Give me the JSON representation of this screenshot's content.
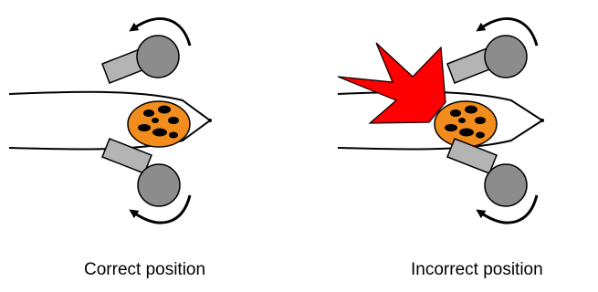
{
  "panels": [
    {
      "id": "correct",
      "caption": "Correct position"
    },
    {
      "id": "incorrect",
      "caption": "Incorrect position"
    }
  ],
  "colors": {
    "roller": "#8c8c8c",
    "shaft": "#b4b4b4",
    "seed": "#f28c1c",
    "seed_spots": "#000000",
    "burst": "#ff0000",
    "outline": "#000000"
  },
  "icons": [
    "rotation-arrow-icon",
    "roller-icon",
    "seed-icon",
    "burst-icon"
  ]
}
